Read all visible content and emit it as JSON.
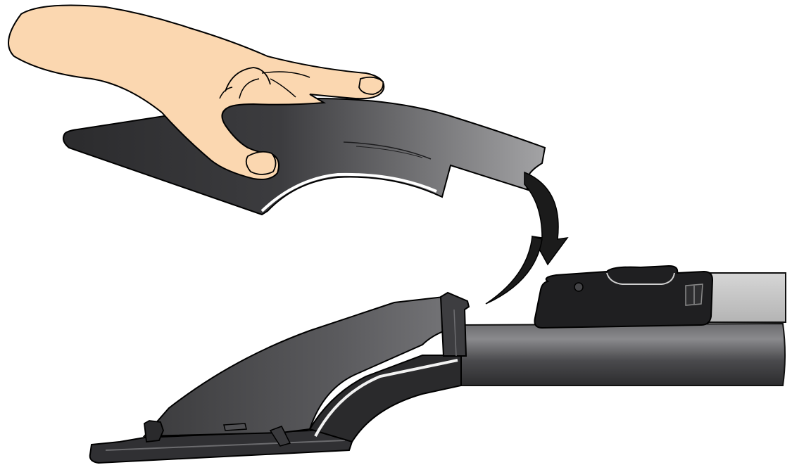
{
  "figure": {
    "background_color": "#ffffff",
    "parts": [
      {
        "name": "hand",
        "icon": "hand-icon",
        "color": "#fbd7b0"
      },
      {
        "name": "floor-nozzle-insert",
        "icon": "insert-icon",
        "color": "#3a3a3c"
      },
      {
        "name": "attachment-arrow",
        "icon": "curved-arrow-icon",
        "color": "#1b1b1b"
      },
      {
        "name": "floor-nozzle-body",
        "icon": "nozzle-icon",
        "color": "#555558"
      },
      {
        "name": "suction-tube",
        "icon": "tube-icon",
        "color": "#48484b"
      },
      {
        "name": "release-clip",
        "icon": "clip-icon",
        "color": "#1e1e20"
      },
      {
        "name": "tube-sleeve",
        "icon": "sleeve-icon",
        "color": "#c8c8c8"
      }
    ]
  }
}
